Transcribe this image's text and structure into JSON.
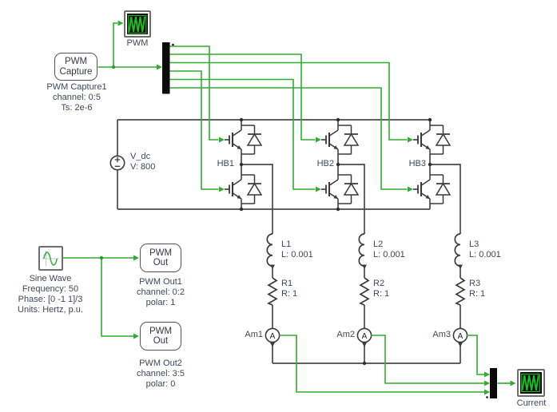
{
  "colors": {
    "signal_green": "#2fad2f",
    "wire_gray": "#4a4a4a",
    "annotation_text": "#3d4859",
    "scope_screen": "#000000"
  },
  "scope_pwm": {
    "label": "PWM"
  },
  "pwm_capture": {
    "title": [
      "PWM",
      "Capture"
    ],
    "name": "PWM Capture1",
    "channel": "channel: 0:5",
    "ts": "Ts: 2e-6"
  },
  "vdc": {
    "name": "V_dc",
    "value": "V: 800"
  },
  "bridges": [
    {
      "label": "HB1"
    },
    {
      "label": "HB2"
    },
    {
      "label": "HB3"
    }
  ],
  "sine_wave": {
    "name": "Sine Wave",
    "freq": "Frequency: 50",
    "phase": "Phase: [0 -1 1]/3",
    "units": "Units: Hertz, p.u."
  },
  "pwm_out1": {
    "title": [
      "PWM",
      "Out"
    ],
    "name": "PWM Out1",
    "channel": "channel: 0:2",
    "polar": "polar: 1"
  },
  "pwm_out2": {
    "title": [
      "PWM",
      "Out"
    ],
    "name": "PWM Out2",
    "channel": "channel: 3:5",
    "polar": "polar: 0"
  },
  "loads": [
    {
      "l": "L1",
      "l_val": "L: 0.001",
      "r": "R1",
      "r_val": "R: 1",
      "am": "Am1"
    },
    {
      "l": "L2",
      "l_val": "L: 0.001",
      "r": "R2",
      "r_val": "R: 1",
      "am": "Am2"
    },
    {
      "l": "L3",
      "l_val": "L: 0.001",
      "r": "R3",
      "r_val": "R: 1",
      "am": "Am3"
    }
  ],
  "ammeter_symbol": "A",
  "scope_current": {
    "label": "Current"
  }
}
